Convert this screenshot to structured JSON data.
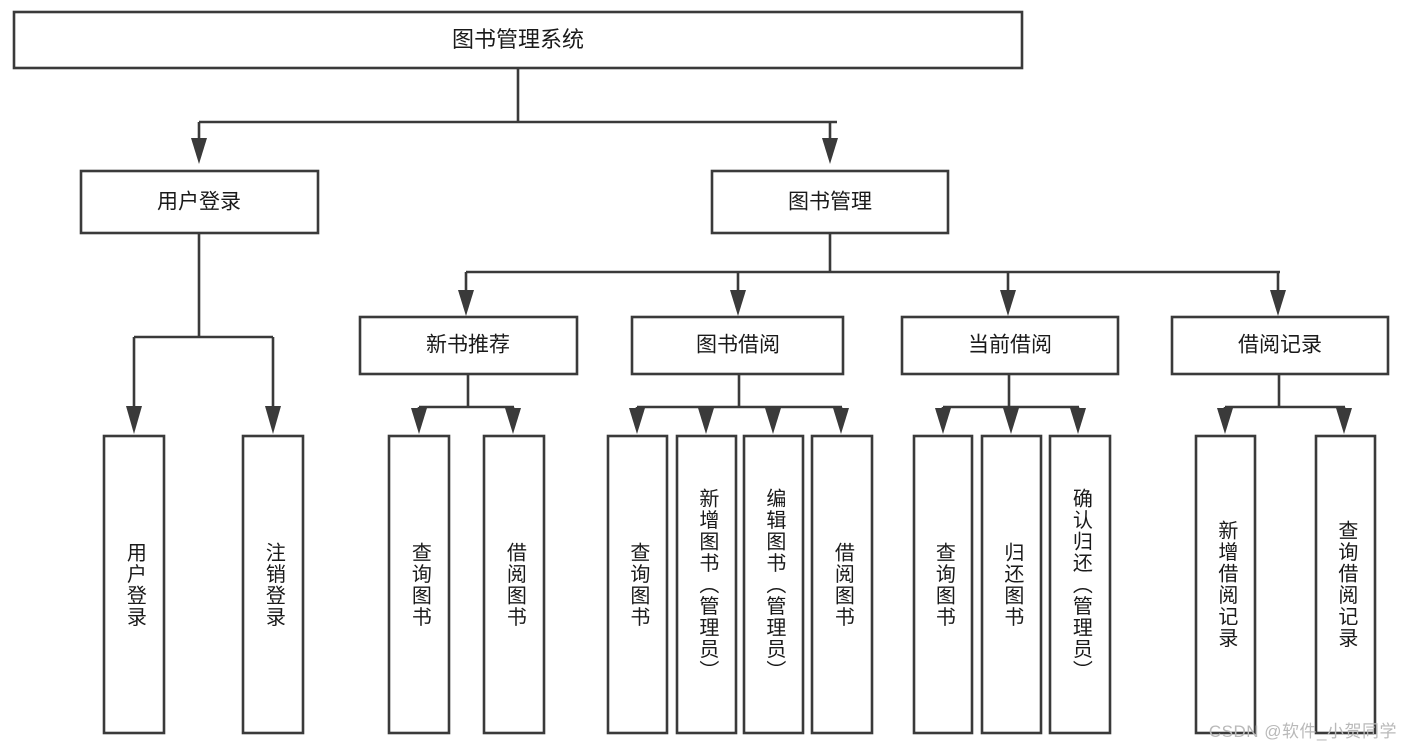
{
  "diagram": {
    "title": "图书管理系统",
    "type": "功能结构图",
    "watermark": "CSDN @软件_小贺同学",
    "colors": {
      "stroke": "#3a3a3a",
      "fill": "#ffffff",
      "text": "#1a1a1a",
      "watermark": "#b9b9b9",
      "background": "#ffffff"
    }
  },
  "nodes": {
    "root": {
      "id": "root",
      "label": "图书管理系统",
      "level": 1,
      "orientation": "horizontal"
    },
    "level2": [
      {
        "id": "user-login",
        "label": "用户登录",
        "level": 2,
        "orientation": "horizontal"
      },
      {
        "id": "book-manage",
        "label": "图书管理",
        "level": 2,
        "orientation": "horizontal"
      }
    ],
    "level3": [
      {
        "id": "new-book-rec",
        "label": "新书推荐",
        "level": 3,
        "orientation": "horizontal",
        "parent": "book-manage"
      },
      {
        "id": "book-borrow",
        "label": "图书借阅",
        "level": 3,
        "orientation": "horizontal",
        "parent": "book-manage"
      },
      {
        "id": "current-borrow",
        "label": "当前借阅",
        "level": 3,
        "orientation": "horizontal",
        "parent": "book-manage"
      },
      {
        "id": "borrow-record",
        "label": "借阅记录",
        "level": 3,
        "orientation": "horizontal",
        "parent": "book-manage"
      }
    ],
    "leaves": [
      {
        "id": "leaf-user-login",
        "label": "用户登录",
        "parent": "user-login",
        "orientation": "vertical"
      },
      {
        "id": "leaf-user-logout",
        "label": "注销登录",
        "parent": "user-login",
        "orientation": "vertical"
      },
      {
        "id": "leaf-query-book-1",
        "label": "查询图书",
        "parent": "new-book-rec",
        "orientation": "vertical"
      },
      {
        "id": "leaf-borrow-book-1",
        "label": "借阅图书",
        "parent": "new-book-rec",
        "orientation": "vertical"
      },
      {
        "id": "leaf-query-book-2",
        "label": "查询图书",
        "parent": "book-borrow",
        "orientation": "vertical"
      },
      {
        "id": "leaf-add-book",
        "label": "新增图书（管理员）",
        "parent": "book-borrow",
        "orientation": "vertical"
      },
      {
        "id": "leaf-edit-book",
        "label": "编辑图书（管理员）",
        "parent": "book-borrow",
        "orientation": "vertical"
      },
      {
        "id": "leaf-borrow-book-2",
        "label": "借阅图书",
        "parent": "book-borrow",
        "orientation": "vertical"
      },
      {
        "id": "leaf-query-book-3",
        "label": "查询图书",
        "parent": "current-borrow",
        "orientation": "vertical"
      },
      {
        "id": "leaf-return-book",
        "label": "归还图书",
        "parent": "current-borrow",
        "orientation": "vertical"
      },
      {
        "id": "leaf-confirm-return",
        "label": "确认归还（管理员）",
        "parent": "current-borrow",
        "orientation": "vertical"
      },
      {
        "id": "leaf-add-record",
        "label": "新增借阅记录",
        "parent": "borrow-record",
        "orientation": "vertical"
      },
      {
        "id": "leaf-query-record",
        "label": "查询借阅记录",
        "parent": "borrow-record",
        "orientation": "vertical"
      }
    ]
  }
}
